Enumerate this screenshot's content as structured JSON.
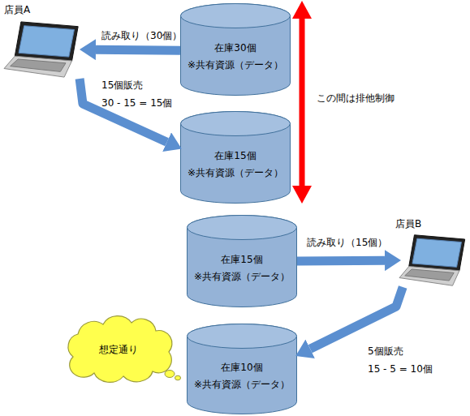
{
  "diagram": {
    "nodes": [
      {
        "text": [
          "店員A"
        ]
      },
      {
        "text": [
          "在庫30個",
          "※共有資源（データ）"
        ]
      },
      {
        "text": [
          "在庫15個",
          "※共有資源（データ）"
        ]
      },
      {
        "text": [
          "在庫15個",
          "※共有資源（データ）"
        ]
      },
      {
        "text": [
          "店員B"
        ]
      },
      {
        "text": [
          "想定通り"
        ]
      },
      {
        "text": [
          "在庫10個",
          "※共有資源（データ）"
        ]
      }
    ],
    "edges": [
      {
        "from": 1,
        "to": 0,
        "label": "読み取り（30個）",
        "arrow": "to"
      },
      {
        "from": 0,
        "to": 2,
        "label": "15個販売",
        "arrow": "to"
      },
      {
        "from": 3,
        "to": 4,
        "label": "読み取り（15個）",
        "arrow": "to"
      },
      {
        "from": 4,
        "to": 6,
        "label": "5個販売",
        "arrow": "to"
      }
    ],
    "labels": [
      "30 - 15 = 15個",
      "この間は排他制御",
      "15 - 5 = 10個"
    ]
  }
}
